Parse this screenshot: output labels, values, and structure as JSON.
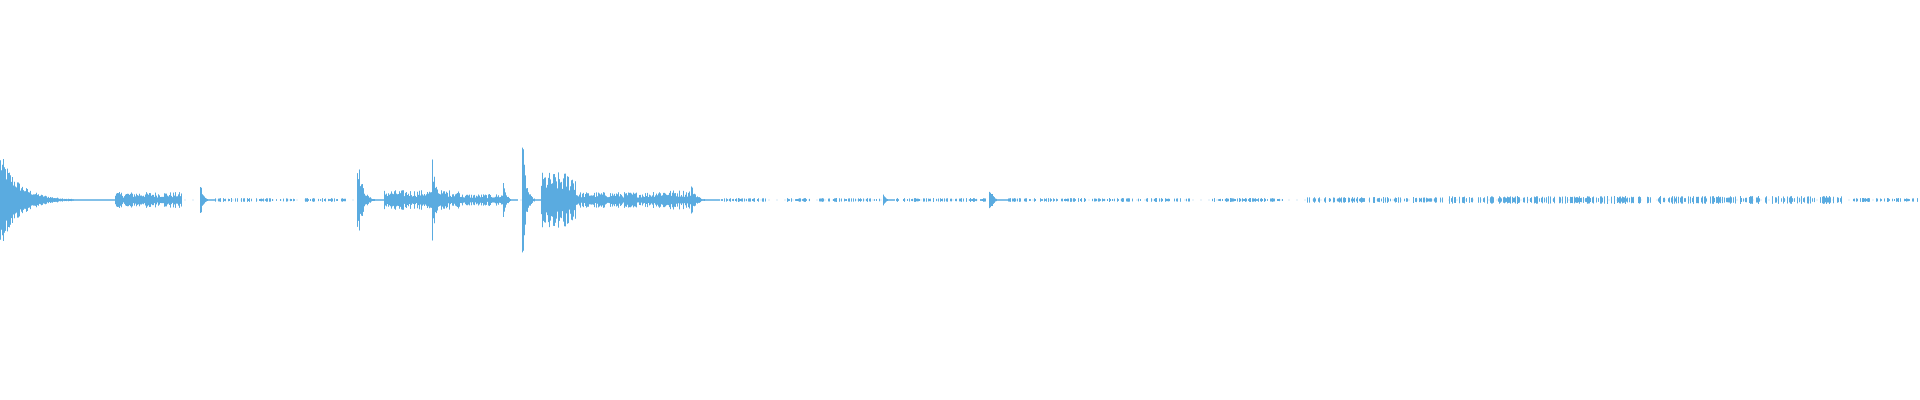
{
  "waveform": {
    "color": "#5aabe0",
    "background": "#ffffff",
    "samples_per_pixel_note_removed": null,
    "segments": [
      {
        "start": 0.0,
        "end": 0.06,
        "peak": 0.24,
        "decay": "fast"
      },
      {
        "start": 0.06,
        "end": 0.095,
        "peak": 0.04,
        "decay": "flat"
      },
      {
        "start": 0.104,
        "end": 0.112,
        "peak": 0.1,
        "decay": "fast"
      },
      {
        "start": 0.112,
        "end": 0.18,
        "peak": 0.01,
        "decay": "sparse"
      },
      {
        "start": 0.186,
        "end": 0.2,
        "peak": 0.25,
        "decay": "fast"
      },
      {
        "start": 0.2,
        "end": 0.24,
        "peak": 0.05,
        "decay": "flat"
      },
      {
        "start": 0.225,
        "end": 0.24,
        "peak": 0.22,
        "decay": "fast"
      },
      {
        "start": 0.24,
        "end": 0.262,
        "peak": 0.03,
        "decay": "flat"
      },
      {
        "start": 0.262,
        "end": 0.27,
        "peak": 0.12,
        "decay": "fast"
      },
      {
        "start": 0.272,
        "end": 0.282,
        "peak": 0.35,
        "decay": "fast"
      },
      {
        "start": 0.282,
        "end": 0.3,
        "peak": 0.14,
        "decay": "flat"
      },
      {
        "start": 0.3,
        "end": 0.34,
        "peak": 0.04,
        "decay": "flat"
      },
      {
        "start": 0.34,
        "end": 0.36,
        "peak": 0.05,
        "decay": "flat"
      },
      {
        "start": 0.36,
        "end": 0.375,
        "peak": 0.08,
        "decay": "fast"
      },
      {
        "start": 0.375,
        "end": 0.4,
        "peak": 0.01,
        "decay": "sparse"
      },
      {
        "start": 0.41,
        "end": 0.46,
        "peak": 0.01,
        "decay": "sparse"
      },
      {
        "start": 0.46,
        "end": 0.466,
        "peak": 0.04,
        "decay": "fast"
      },
      {
        "start": 0.466,
        "end": 0.515,
        "peak": 0.01,
        "decay": "sparse"
      },
      {
        "start": 0.515,
        "end": 0.525,
        "peak": 0.08,
        "decay": "fast"
      },
      {
        "start": 0.525,
        "end": 0.62,
        "peak": 0.01,
        "decay": "sparse"
      },
      {
        "start": 0.63,
        "end": 0.67,
        "peak": 0.01,
        "decay": "sparse"
      },
      {
        "start": 0.68,
        "end": 0.745,
        "peak": 0.015,
        "decay": "sparse"
      },
      {
        "start": 0.745,
        "end": 0.96,
        "peak": 0.02,
        "decay": "sparse"
      },
      {
        "start": 0.965,
        "end": 1.0,
        "peak": 0.01,
        "decay": "sparse"
      }
    ]
  }
}
